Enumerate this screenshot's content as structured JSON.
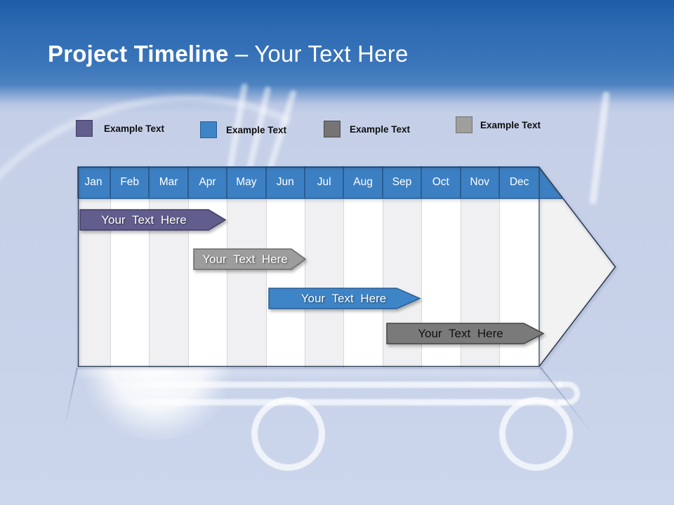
{
  "slide": {
    "title_bold": "Project Timeline",
    "title_regular": " – Your Text Here"
  },
  "legend": {
    "items": [
      {
        "label": "Example Text",
        "color": "#615e8e",
        "border_color": "#3f3d63"
      },
      {
        "label": "Example Text",
        "color": "#3d85c6",
        "border_color": "#2a5d93"
      },
      {
        "label": "Example Text",
        "color": "#757575",
        "border_color": "#4a4a4a"
      },
      {
        "label": "Example Text",
        "color": "#9f9f9c",
        "border_color": "#73737a"
      }
    ]
  },
  "timeline": {
    "months": [
      "Jan",
      "Feb",
      "Mar",
      "Apr",
      "May",
      "Jun",
      "Jul",
      "Aug",
      "Sep",
      "Oct",
      "Nov",
      "Dec"
    ],
    "bars": [
      {
        "label": "Your Text Here",
        "fill": "#615e8e",
        "border": "#3f3d63",
        "text_color": "#ffffff"
      },
      {
        "label": "Your Text Here",
        "fill": "#9d9d9d",
        "border": "#6a6a6a",
        "text_color": "#ffffff"
      },
      {
        "label": "Your Text Here",
        "fill": "#3d85c6",
        "border": "#2a5d93",
        "text_color": "#ffffff"
      },
      {
        "label": "Your Text Here",
        "fill": "#7a7a7a",
        "border": "#454545",
        "text_color": "#111111"
      }
    ]
  },
  "colors": {
    "header_blue": "#3c80c3",
    "header_cell_border": "#2a5d93",
    "column_gray": "#f0f0f2",
    "column_white": "#ffffff",
    "arrow_fill": "#f2f2f2",
    "outline": "#2e4057",
    "title_color": "#ffffff",
    "legend_text_color": "#0e0e0e"
  }
}
